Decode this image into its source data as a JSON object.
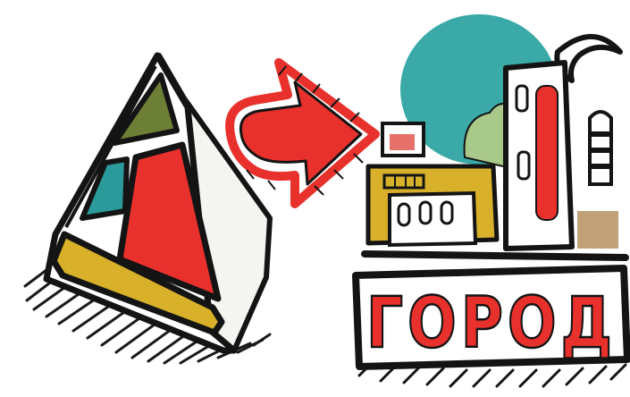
{
  "sign": {
    "label": "ГОРОД",
    "text_color": "#e8312c"
  },
  "colors": {
    "ink": "#141414",
    "red": "#e8312c",
    "olive": "#6d7f35",
    "teal": "#2a9a9b",
    "ochre": "#d8b02a",
    "sky_blob": "#3aa9a8",
    "green_blob": "#a9c98a",
    "brown_block": "#b89060",
    "light_gray": "#f0f0ec"
  },
  "icons": {
    "pyramid": "colored-pyramid-illustration",
    "arrow": "red-arrow-icon",
    "city": "city-buildings-illustration",
    "moon": "crescent-moon-icon"
  }
}
